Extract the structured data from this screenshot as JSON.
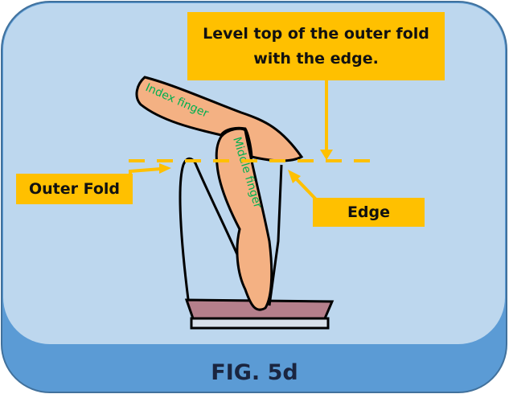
{
  "callouts": {
    "top": "Level top of the outer fold with the edge.",
    "outer_fold": "Outer Fold",
    "edge": "Edge"
  },
  "finger_labels": {
    "index": "Index finger",
    "middle": "Middle finger"
  },
  "caption": "FIG. 5d",
  "colors": {
    "panel": "#bdd7ee",
    "frame": "#5b9bd5",
    "callout": "#ffc000",
    "skin": "#f4b183",
    "label": "#00b050"
  }
}
